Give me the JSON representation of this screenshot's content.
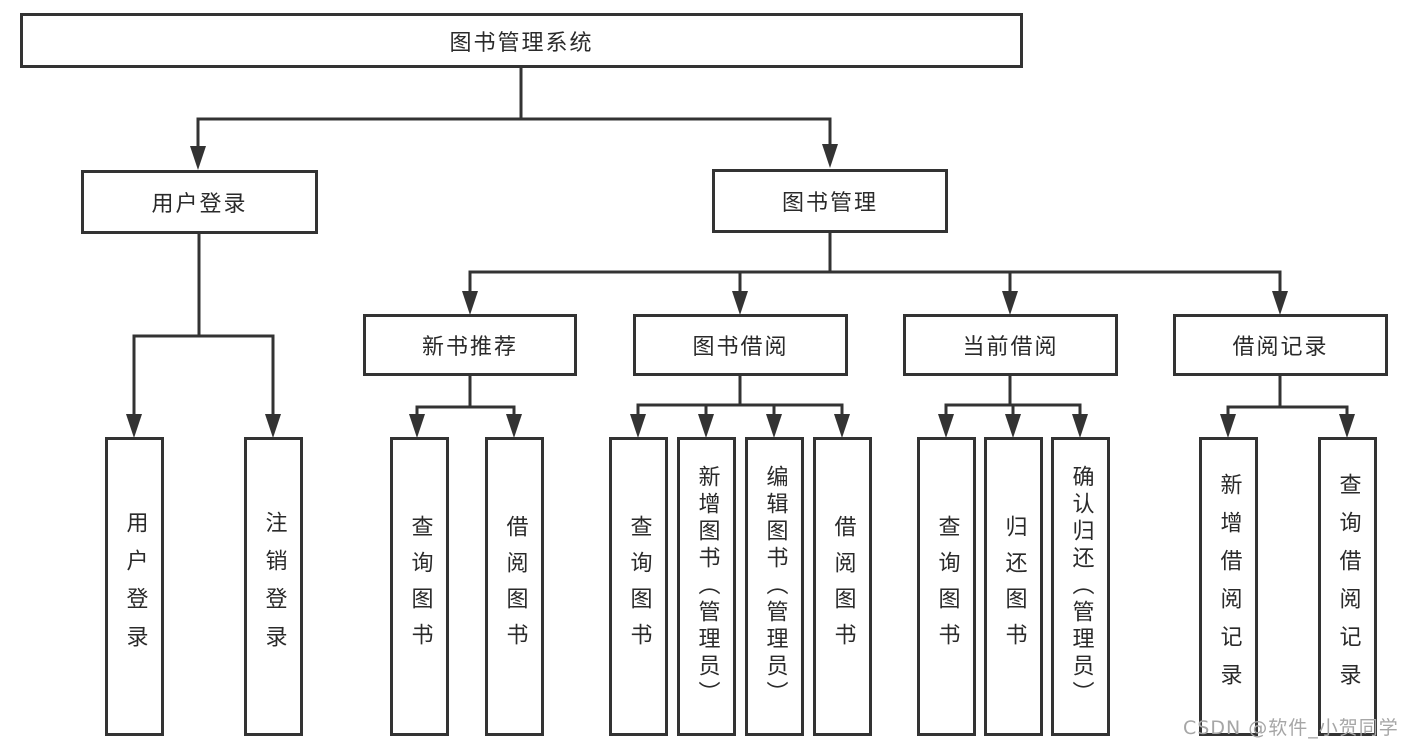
{
  "diagram_title": "图书管理系统",
  "watermark": "CSDN @软件_小贺同学",
  "colors": {
    "line": "#333333",
    "box_border": "#333333",
    "box_fill": "#ffffff",
    "text": "#2a2a2a",
    "watermark": "#a6a6a6",
    "background": "#ffffff"
  },
  "nodes": {
    "root": "图书管理系统",
    "login": "用户登录",
    "mgmt": "图书管理",
    "rec": "新书推荐",
    "borrow": "图书借阅",
    "current": "当前借阅",
    "record": "借阅记录",
    "l_login": "用户登录",
    "l_logout": "注销登录",
    "rec_query": "查询图书",
    "rec_borrow": "借阅图书",
    "bor_query": "查询图书",
    "bor_add": "新增图书（管理员）",
    "bor_edit": "编辑图书（管理员）",
    "bor_borrow": "借阅图书",
    "cur_query": "查询图书",
    "cur_return": "归还图书",
    "cur_confirm": "确认归还（管理员）",
    "rcd_add": "新增借阅记录",
    "rcd_query": "查询借阅记录"
  },
  "tree": {
    "root": "图书管理系统",
    "children": [
      {
        "label": "用户登录",
        "children": [
          "用户登录",
          "注销登录"
        ]
      },
      {
        "label": "图书管理",
        "children": [
          {
            "label": "新书推荐",
            "children": [
              "查询图书",
              "借阅图书"
            ]
          },
          {
            "label": "图书借阅",
            "children": [
              "查询图书",
              "新增图书（管理员）",
              "编辑图书（管理员）",
              "借阅图书"
            ]
          },
          {
            "label": "当前借阅",
            "children": [
              "查询图书",
              "归还图书",
              "确认归还（管理员）"
            ]
          },
          {
            "label": "借阅记录",
            "children": [
              "新增借阅记录",
              "查询借阅记录"
            ]
          }
        ]
      }
    ]
  }
}
